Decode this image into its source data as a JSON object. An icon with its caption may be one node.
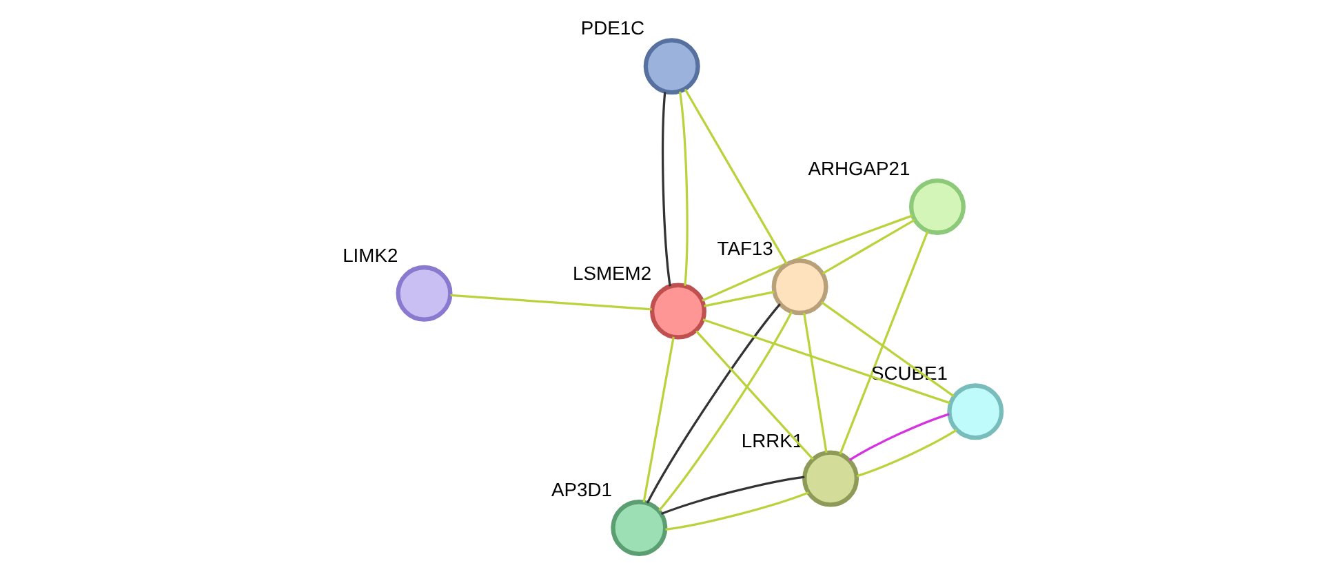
{
  "diagram": {
    "nodes": [
      {
        "text": [
          "LIMK2"
        ]
      },
      {
        "text": [
          "ARHGAP21"
        ]
      },
      {
        "text": [
          "AP3D1"
        ]
      },
      {
        "text": [
          "LSMEM2"
        ]
      },
      {
        "text": [
          "TAF13"
        ]
      },
      {
        "text": [
          "PDE1C"
        ]
      },
      {
        "text": [
          "LRRK1"
        ]
      },
      {
        "text": [
          "SCUBE1"
        ]
      }
    ],
    "edges": [
      {
        "from": 0,
        "to": 3,
        "arrow": "none"
      },
      {
        "from": 1,
        "to": 3,
        "arrow": "none"
      },
      {
        "from": 1,
        "to": 6,
        "arrow": "none"
      },
      {
        "from": 1,
        "to": 4,
        "arrow": "none"
      },
      {
        "from": 2,
        "to": 3,
        "arrow": "none"
      },
      {
        "from": 2,
        "to": 6,
        "arrow": "none",
        "color": "#333333"
      },
      {
        "from": 2,
        "to": 6,
        "arrow": "none"
      },
      {
        "from": 2,
        "to": 4,
        "arrow": "none",
        "color": "#333333"
      },
      {
        "from": 2,
        "to": 4,
        "arrow": "none"
      },
      {
        "from": 3,
        "to": 5,
        "arrow": "none",
        "color": "#333333"
      },
      {
        "from": 3,
        "to": 5,
        "arrow": "none"
      },
      {
        "from": 3,
        "to": 6,
        "arrow": "none"
      },
      {
        "from": 3,
        "to": 4,
        "arrow": "none"
      },
      {
        "from": 3,
        "to": 7,
        "arrow": "none"
      },
      {
        "from": 6,
        "to": 4,
        "arrow": "none"
      },
      {
        "from": 6,
        "to": 7,
        "arrow": "none",
        "color": "#d633e0"
      },
      {
        "from": 6,
        "to": 7,
        "arrow": "none"
      },
      {
        "from": 4,
        "to": 5,
        "arrow": "none"
      },
      {
        "from": 4,
        "to": 7,
        "arrow": "none"
      }
    ]
  }
}
